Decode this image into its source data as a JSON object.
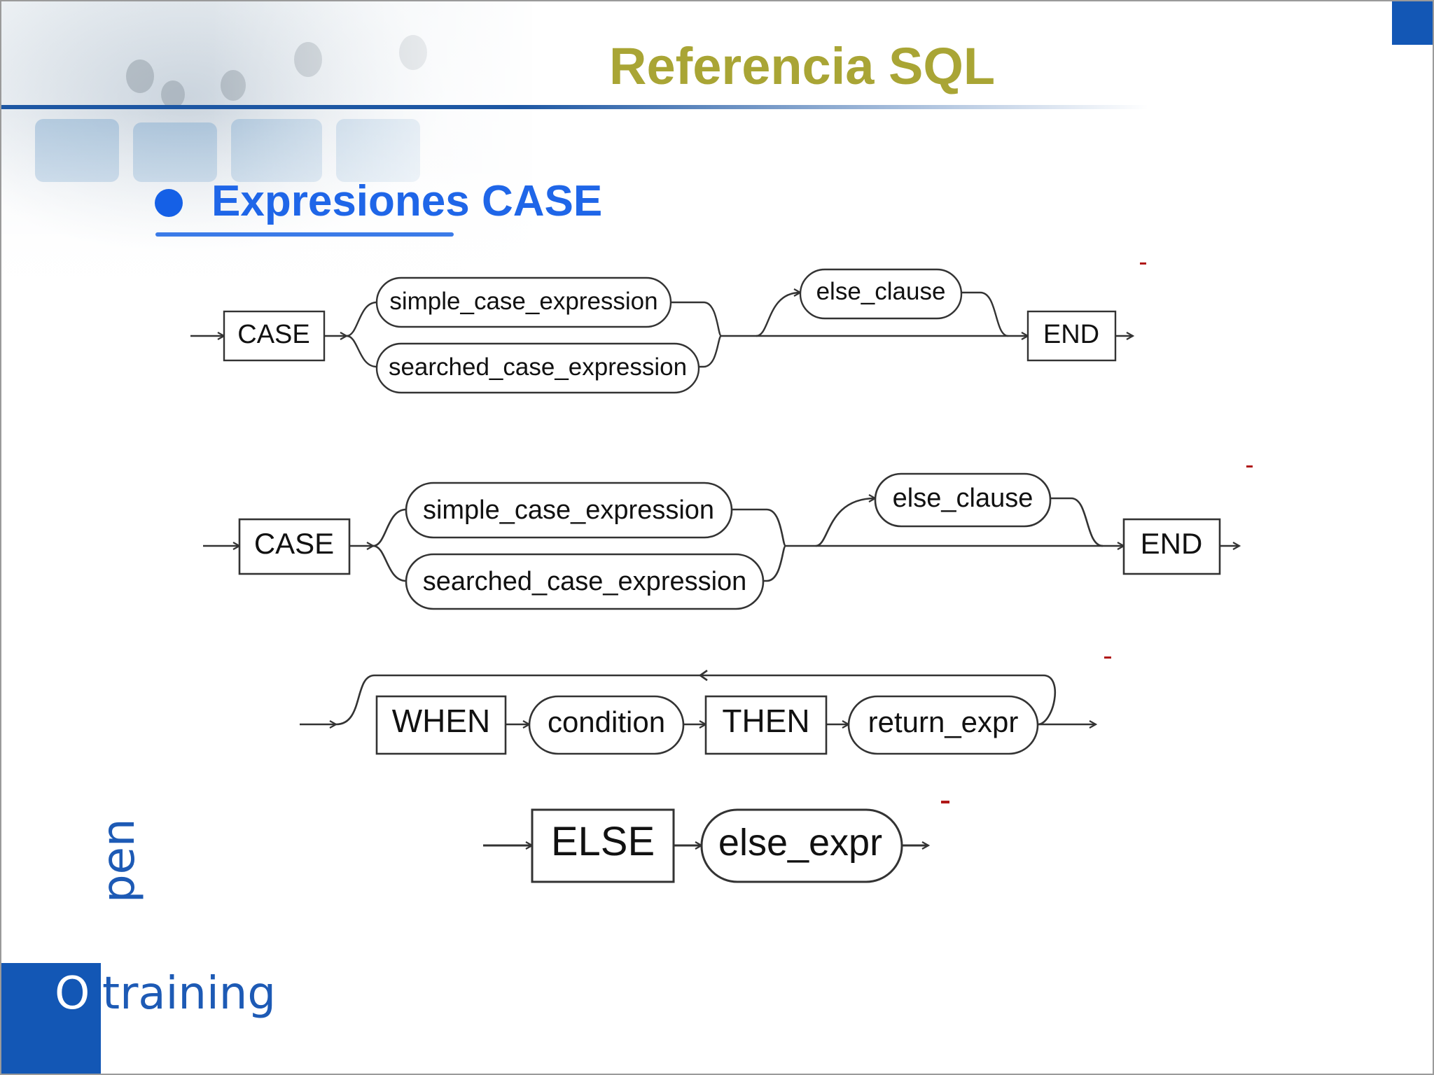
{
  "slide": {
    "title": "Referencia SQL",
    "subtitle": "Expresiones CASE",
    "accent_color": "#1357b5",
    "title_color": "#a9a535",
    "subtitle_color": "#1f66e8"
  },
  "diagram1": {
    "case": "CASE",
    "simple": "simple_case_expression",
    "searched": "searched_case_expression",
    "else_clause": "else_clause",
    "end": "END"
  },
  "diagram2": {
    "case": "CASE",
    "simple": "simple_case_expression",
    "searched": "searched_case_expression",
    "else_clause": "else_clause",
    "end": "END"
  },
  "diagram3": {
    "when": "WHEN",
    "condition": "condition",
    "then": "THEN",
    "return_expr": "return_expr"
  },
  "diagram4": {
    "else": "ELSE",
    "else_expr": "else_expr"
  },
  "logo": {
    "open": "pen",
    "o_letter": "O",
    "training": "training"
  }
}
